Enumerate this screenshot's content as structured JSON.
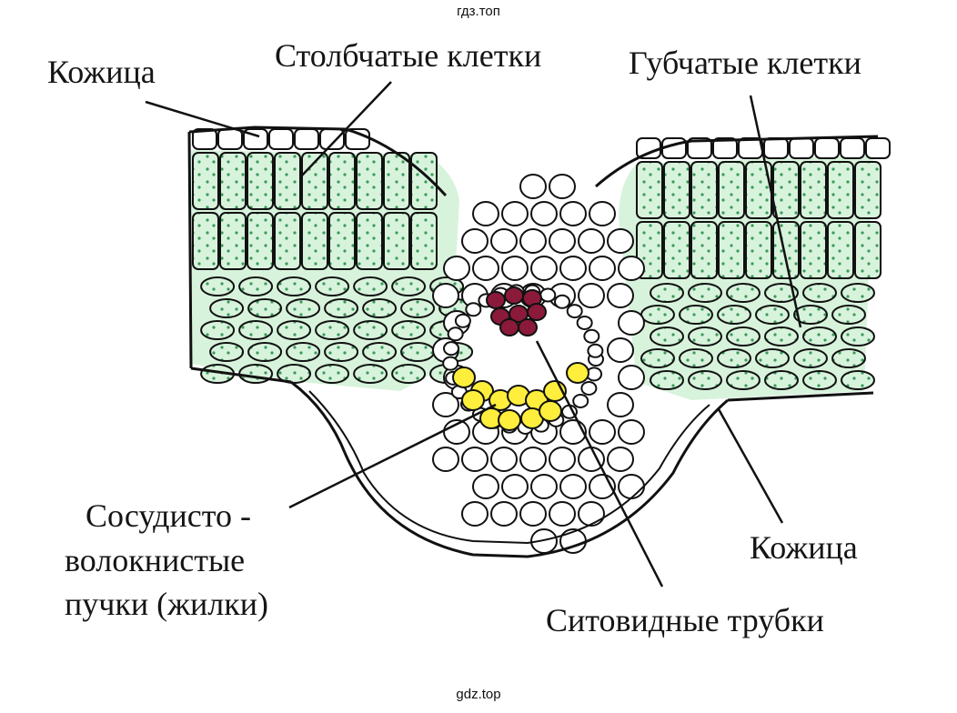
{
  "watermarks": {
    "top": "гдз.топ",
    "bottom": "gdz.top"
  },
  "labels": {
    "skin_top": "Кожица",
    "palisade": "Столбчатые клетки",
    "spongy": "Губчатые клетки",
    "vascular_line1": "Сосудисто -",
    "vascular_line2": "волокнистые",
    "vascular_line3": "пучки (жилки)",
    "skin_bottom": "Кожица",
    "sieve": "Ситовидные трубки"
  },
  "colors": {
    "cell_fill_green": "#d8f3dc",
    "cell_dot_green": "#3a9a5a",
    "phloem_maroon": "#8b1a3a",
    "xylem_yellow": "#ffee3c",
    "outline": "#111111"
  }
}
